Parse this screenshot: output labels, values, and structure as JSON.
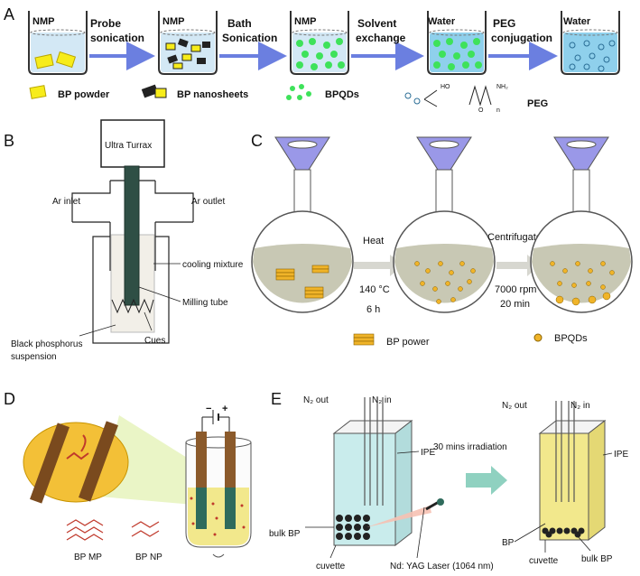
{
  "panel_a": {
    "letter": "A",
    "beakers": [
      "NMP",
      "NMP",
      "NMP",
      "Water",
      "Water"
    ],
    "steps": [
      {
        "line1": "Probe",
        "line2": "sonication"
      },
      {
        "line1": "Bath",
        "line2": "Sonication"
      },
      {
        "line1": "Solvent",
        "line2": "exchange"
      },
      {
        "line1": "PEG",
        "line2": "conjugation"
      }
    ],
    "legend": {
      "bp_powder": "BP powder",
      "bp_nanosheets": "BP nanosheets",
      "bpqds": "BPQDs",
      "peg": "PEG",
      "peg_ho": "HO",
      "peg_nh2": "NH₂",
      "peg_o": "O",
      "peg_n": "n"
    }
  },
  "panel_b": {
    "letter": "B",
    "ultra_turrax": "Ultra Turrax",
    "ar_inlet": "Ar inlet",
    "ar_outlet": "Ar outlet",
    "cooling_mixture": "cooling mixture",
    "milling_tube": "Milling tube",
    "suspension_line1": "Black phosphorus",
    "suspension_line2": "suspension",
    "cues": "Cues"
  },
  "panel_c": {
    "letter": "C",
    "heat": "Heat",
    "temp": "140 °C",
    "time": "6 h",
    "centrifugate": "Centrifugate",
    "rpm": "7000 rpm",
    "minutes": "20 min",
    "legend_power": "BP power",
    "legend_bpqds": "BPQDs"
  },
  "panel_d": {
    "letter": "D",
    "minus": "−",
    "plus": "+",
    "bp_mp": "BP MP",
    "bp_np": "BP NP"
  },
  "panel_e": {
    "letter": "E",
    "n2_out_left": "N₂ out",
    "n2_in_left": "N₂ in",
    "ipe_left": "IPE",
    "bulk_bp_left": "bulk BP",
    "cuvette_left": "cuvette",
    "laser": "Nd: YAG Laser (1064 nm)",
    "irradiation": "30 mins irradiation",
    "n2_out_right": "N₂ out",
    "n2_in_right": "N₂ in",
    "ipe_right": "IPE",
    "bp_right": "BP",
    "cuvette_right": "cuvette",
    "bulk_bp_right": "bulk BP"
  },
  "colors": {
    "arrow_blue": "#6b7fe0",
    "nmp_liquid": "#d3e8f5",
    "water_liquid": "#8fd0ec",
    "bp_yellow": "#f7ec1a",
    "bpqd_green": "#3ee25a",
    "flask_fill": "#c8c8b4",
    "funnel_purple": "#9a98e8",
    "bp_orange": "#f0b429",
    "electrode_brown": "#8b5a2b",
    "yellow_liquid": "#f2e88c",
    "ipe_cyan": "#c9ecec",
    "mint_arrow": "#8fd1c0"
  }
}
